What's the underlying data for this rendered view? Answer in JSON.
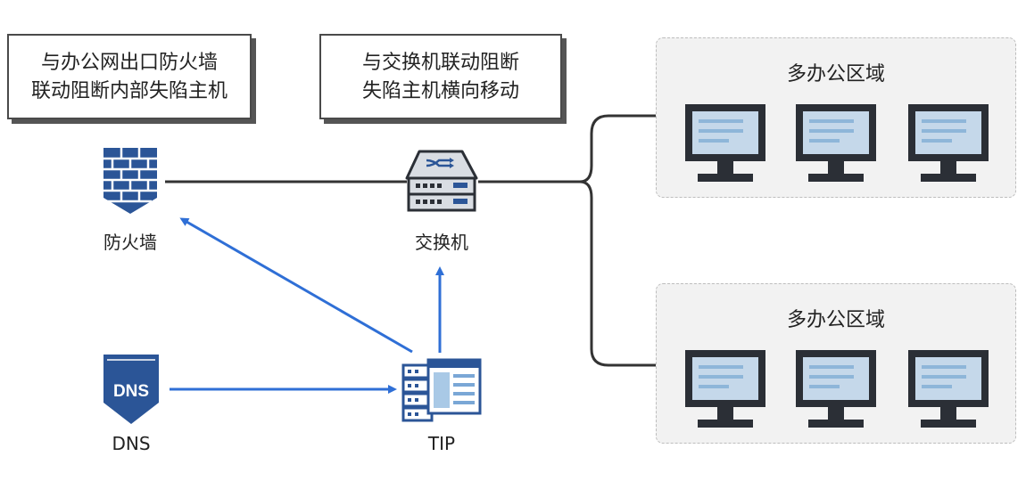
{
  "callouts": {
    "firewall_note": [
      "与办公网出口防火墙",
      "联动阻断内部失陷主机"
    ],
    "switch_note": [
      "与交换机联动阻断",
      "失陷主机横向移动"
    ]
  },
  "nodes": {
    "firewall": {
      "label": "防火墙",
      "icon": "firewall-icon"
    },
    "switch": {
      "label": "交换机",
      "icon": "network-switch-icon"
    },
    "dns": {
      "label": "DNS",
      "icon_text": "DNS",
      "icon": "dns-shield-icon"
    },
    "tip": {
      "label": "TIP",
      "icon": "tip-server-icon"
    }
  },
  "zones": [
    {
      "title": "多办公区域",
      "monitor_count": 3
    },
    {
      "title": "多办公区域",
      "monitor_count": 3
    }
  ],
  "colors": {
    "icon_blue": "#2b5597",
    "arrow_blue": "#2f6fd6",
    "line_dark": "#333333",
    "monitor_screen": "#c5d8ea",
    "monitor_lines": "#8eb6d9"
  }
}
